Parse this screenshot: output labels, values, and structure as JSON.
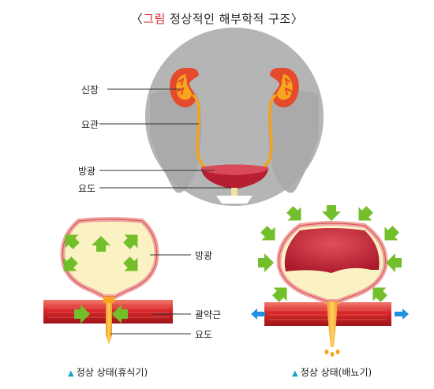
{
  "title": {
    "bracket_open": "〈",
    "highlight": "그림",
    "text": "정상적인 해부학적 구조",
    "bracket_close": "〉"
  },
  "top_labels": {
    "kidney": "신장",
    "ureter": "요관",
    "bladder": "방광",
    "urethra": "요도"
  },
  "bottom_left": {
    "bladder": "방광",
    "muscle": "괄약근",
    "urethra": "요도",
    "caption": "정상 상태(휴식기)"
  },
  "bottom_right": {
    "caption": "정상 상태(배뇨기)"
  },
  "colors": {
    "title_highlight": "#e0262d",
    "circle_bg": "#b5b5b5",
    "kidney": "#e44a2c",
    "urine": "#f7a51c",
    "bladder_fill": "#fbf2c4",
    "bladder_wall": "#f0a6a2",
    "muscle": "#d42a2a",
    "arrow_green": "#73bf2b",
    "arrow_blue": "#1f8fe0",
    "caption_marker": "#1aa3c8"
  },
  "icons": [
    "green-arrow-icon",
    "blue-arrow-icon",
    "triangle-marker-icon"
  ]
}
